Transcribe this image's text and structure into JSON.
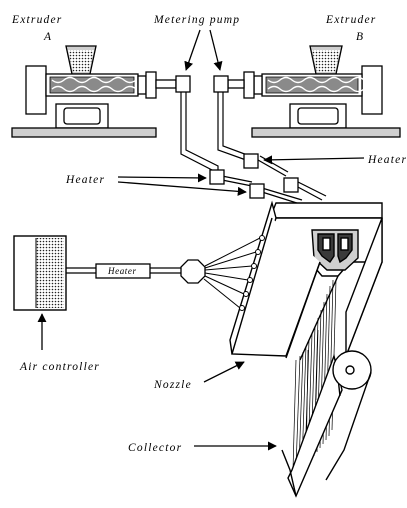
{
  "labels": {
    "extruder_a_line1": "Extruder",
    "extruder_a_line2": "A",
    "extruder_b_line1": "Extruder",
    "extruder_b_line2": "B",
    "metering_pump": "Metering pump",
    "heater_right": "Heater",
    "heater_left": "Heater",
    "heater_box": "Heater",
    "air_controller": "Air controller",
    "nozzle": "Nozzle",
    "collector": "Collector"
  },
  "colors": {
    "line": "#000000",
    "background": "#ffffff",
    "fill_dark": "#3a3a3a",
    "fill_mid": "#8a8a8a",
    "fill_light": "#cfcfcf"
  }
}
